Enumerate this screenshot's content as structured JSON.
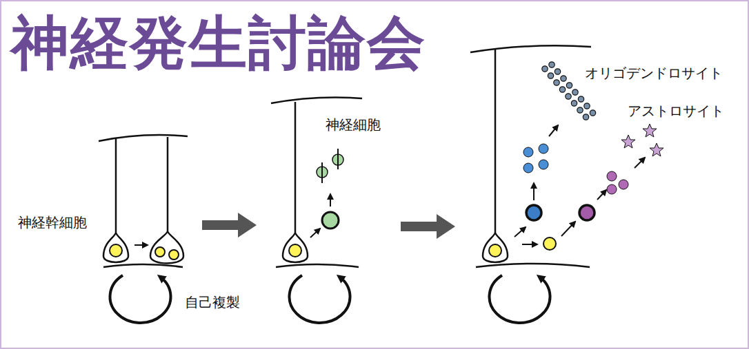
{
  "diagram": {
    "title": "神経発生討論会",
    "labels": [
      "神経幹細胞",
      "自己複製",
      "神経細胞",
      "オリゴデンドロサイト",
      "アストロサイト"
    ]
  }
}
